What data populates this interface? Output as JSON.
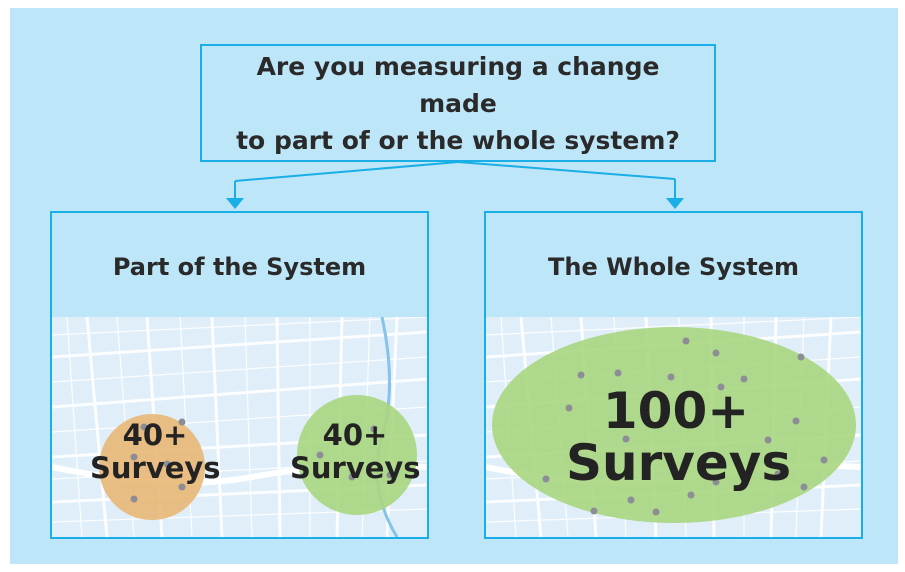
{
  "question": {
    "line1": "Are you measuring a change made",
    "line2": "to part of or the whole system?"
  },
  "panels": [
    {
      "title": "Part of the System",
      "zones": [
        {
          "count": "40+",
          "unit": "Surveys",
          "color": "#e9b776"
        },
        {
          "count": "40+",
          "unit": "Surveys",
          "color": "#a9d67f"
        }
      ]
    },
    {
      "title": "The Whole System",
      "zones": [
        {
          "count": "100+",
          "unit": "Surveys",
          "color": "#a9d67f"
        }
      ]
    }
  ],
  "colors": {
    "background": "#bde6f9",
    "border": "#19aee6",
    "map_base": "#dfeef8",
    "orange_zone": "#e9b776",
    "green_zone": "#a9d67f",
    "survey_dot": "#8d8d95"
  }
}
